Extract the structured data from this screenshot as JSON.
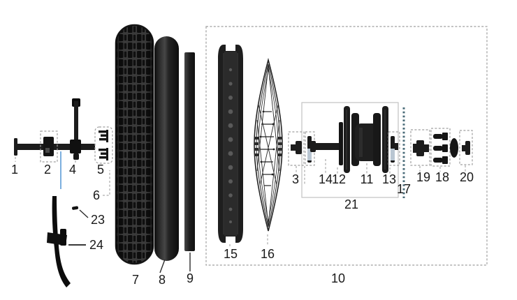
{
  "labels": {
    "1": "1",
    "2": "2",
    "3": "3",
    "4": "4",
    "5": "5",
    "6": "6",
    "7": "7",
    "8": "8",
    "9": "9",
    "10": "10",
    "11": "11",
    "12": "12",
    "13": "13",
    "14": "14",
    "15": "15",
    "16": "16",
    "17": "17",
    "18": "18",
    "19": "19",
    "20": "20",
    "21": "21",
    "23": "23",
    "24": "24"
  },
  "colors": {
    "background": "#ffffff",
    "part_ink": "#1c1c1c",
    "dashed_outline": "#9f9f9f",
    "group_outline": "#c2c2c2",
    "pointer_blue": "#5b9bd5",
    "threaded_rod": "#4a6b78",
    "washer_highlight": "#b9c6d2",
    "label_text": "#191919"
  }
}
